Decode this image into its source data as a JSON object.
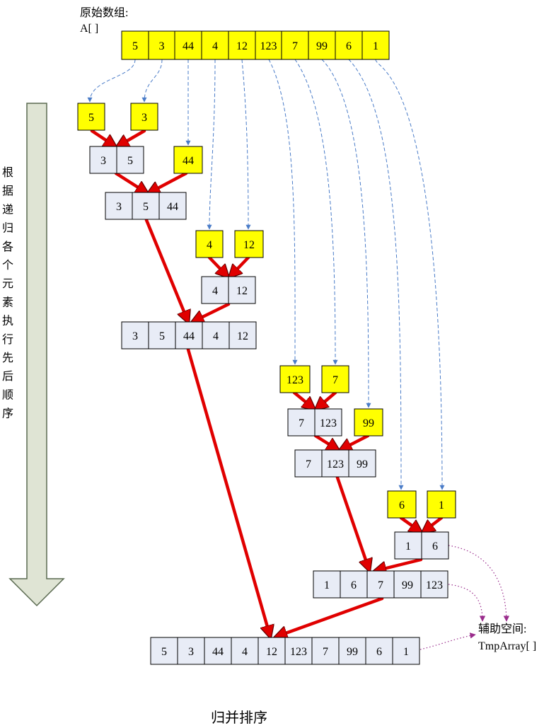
{
  "source_label": "原始数组:",
  "source_array_name": "A[ ]",
  "source_values": [
    "5",
    "3",
    "44",
    "4",
    "12",
    "123",
    "7",
    "99",
    "6",
    "1"
  ],
  "singles": {
    "s5": "5",
    "s3": "3",
    "s44": "44",
    "s4": "4",
    "s12": "12",
    "s123": "123",
    "s7": "7",
    "s99": "99",
    "s6": "6",
    "s1": "1"
  },
  "merged": {
    "m35": [
      "3",
      "5"
    ],
    "m3544": [
      "3",
      "5",
      "44"
    ],
    "m412": [
      "4",
      "12"
    ],
    "m354412": [
      "3",
      "5",
      "44",
      "4",
      "12"
    ],
    "m7123": [
      "7",
      "123"
    ],
    "m712399": [
      "7",
      "123",
      "99"
    ],
    "m16": [
      "1",
      "6"
    ],
    "m16799123": [
      "1",
      "6",
      "7",
      "99",
      "123"
    ],
    "final": [
      "5",
      "3",
      "44",
      "4",
      "12",
      "123",
      "7",
      "99",
      "6",
      "1"
    ]
  },
  "side_label": "根据递归各个元素执行先后顺序",
  "aux_label": "辅助空间:",
  "aux_array_name": "TmpArray[ ]",
  "caption": "归并排序",
  "colors": {
    "yellow": "#ffff00",
    "cell": "#e8ecf6",
    "red": "#e00000",
    "blue_dash": "#4a7cc8",
    "purple_dot": "#9a2c8c",
    "arrow_fill": "#dfe4d4",
    "arrow_stroke": "#5a6a50"
  }
}
